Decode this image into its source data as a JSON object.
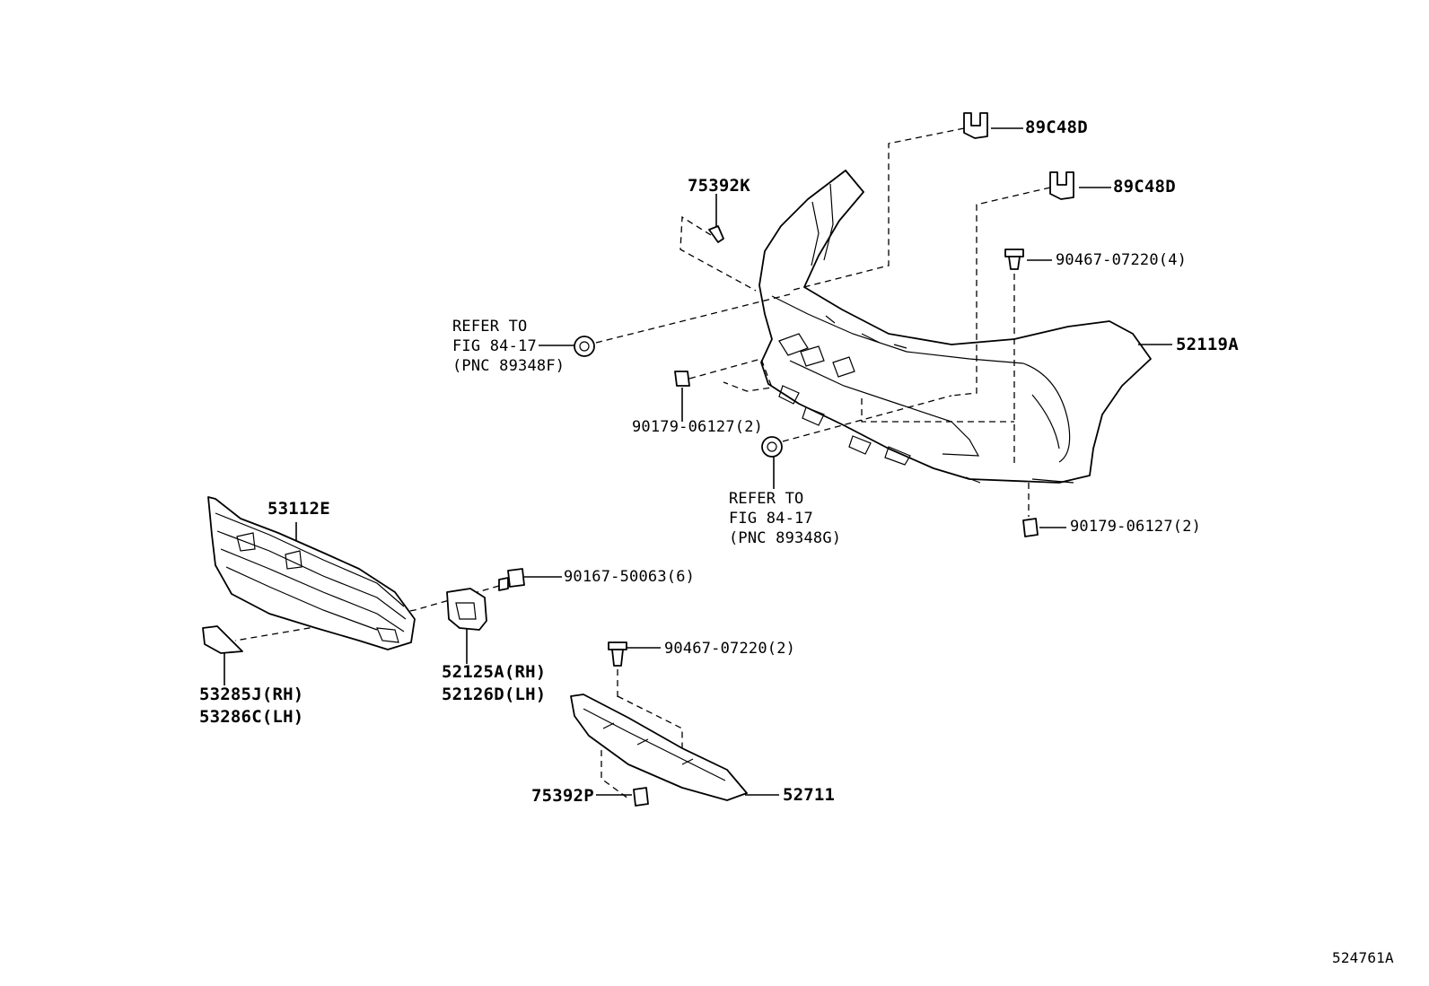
{
  "figure_id": "524761A",
  "labels": {
    "p89c48d_upper": "89C48D",
    "p89c48d_lower": "89C48D",
    "p75392k": "75392K",
    "p90467_upper": "90467-07220(4)",
    "p52119a": "52119A",
    "refer1_line1": "REFER TO",
    "refer1_line2": "FIG 84-17",
    "refer1_line3": "(PNC 89348F)",
    "p90179_left": "90179-06127(2)",
    "refer2_line1": "REFER TO",
    "refer2_line2": "FIG 84-17",
    "refer2_line3": "(PNC 89348G)",
    "p90179_right": "90179-06127(2)",
    "p53112e": "53112E",
    "p90167": "90167-50063(6)",
    "p52125a": "52125A(RH)",
    "p52126d": "52126D(LH)",
    "p53285j": "53285J(RH)",
    "p53286c": "53286C(LH)",
    "p90467_lower": "90467-07220(2)",
    "p75392p": "75392P",
    "p52711": "52711"
  }
}
